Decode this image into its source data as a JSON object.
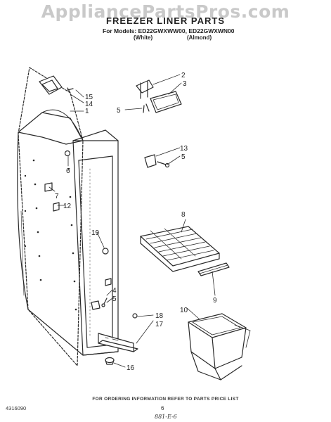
{
  "watermark": "AppliancePartsPros.com",
  "title": "FREEZER LINER PARTS",
  "models_line": "For Models: ED22GWXWW00, ED22GWXWN00",
  "variants": {
    "white": "(White)",
    "almond": "(Almond)"
  },
  "callouts": [
    "1",
    "2",
    "3",
    "4",
    "5",
    "5",
    "5",
    "6",
    "7",
    "8",
    "9",
    "10",
    "12",
    "13",
    "14",
    "15",
    "16",
    "17",
    "18",
    "19"
  ],
  "footer": "FOR ORDERING INFORMATION REFER TO PARTS PRICE LIST",
  "doc_number": "4316090",
  "page_number": "6",
  "handwritten": "881-E-6"
}
